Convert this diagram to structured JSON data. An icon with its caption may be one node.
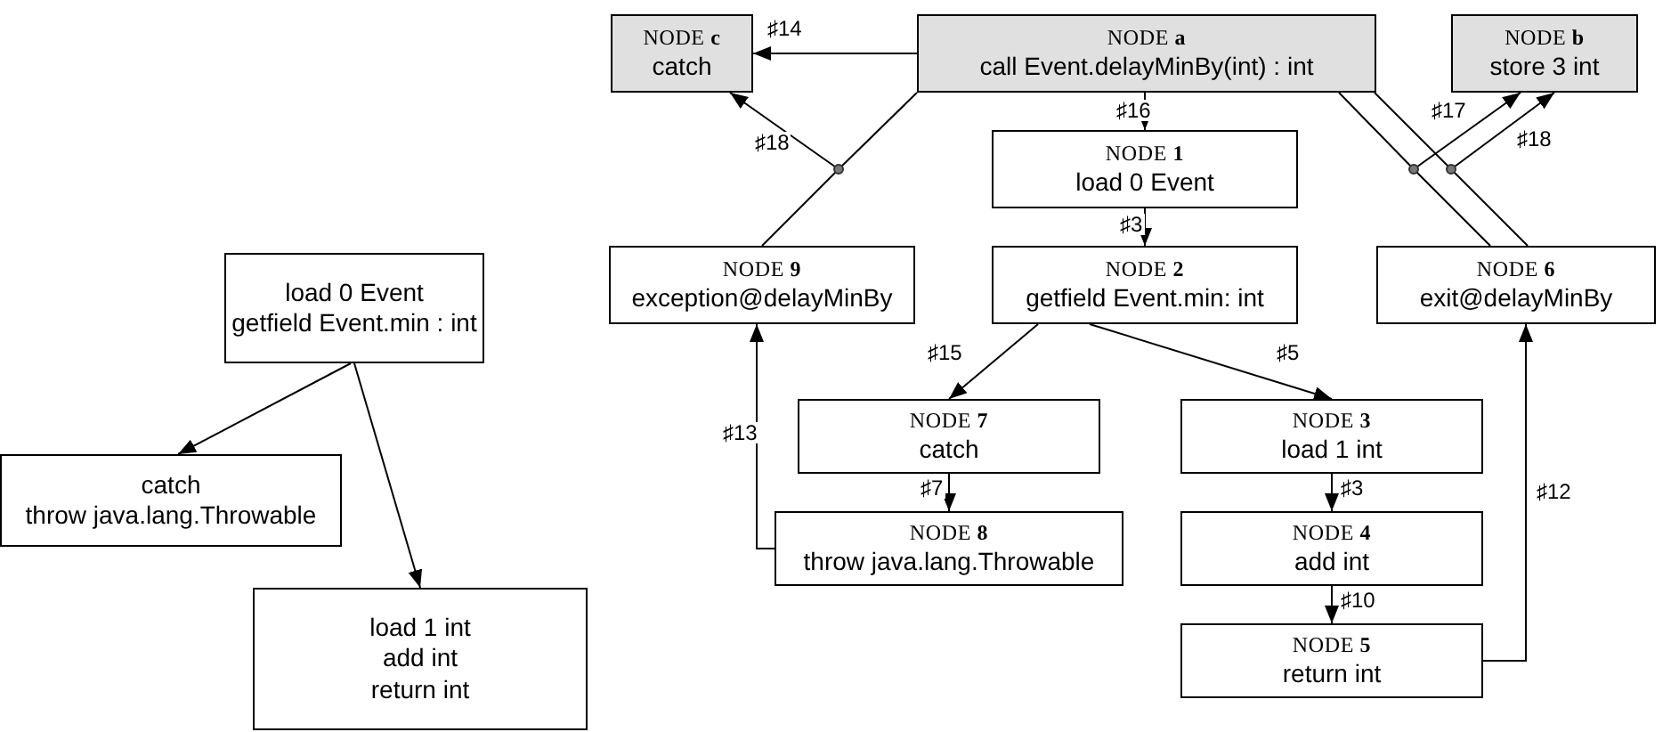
{
  "diagram": {
    "nodes": [
      {
        "text": [
          "load 0 Event",
          "getfield Event.min : int"
        ]
      },
      {
        "text": [
          "catch",
          "throw java.lang.Throwable"
        ]
      },
      {
        "text": [
          "load 1 int",
          "add int",
          "return int"
        ]
      },
      {
        "text": [
          "NODE **c**",
          "catch"
        ]
      },
      {
        "text": [
          "NODE **a**",
          "call Event.delayMinBy(int) : int"
        ]
      },
      {
        "text": [
          "NODE **b**",
          "store 3 int"
        ]
      },
      {
        "text": [
          "NODE **1**",
          "load 0 Event"
        ]
      },
      {
        "text": [
          "NODE **9**",
          "exception@delayMinBy"
        ]
      },
      {
        "text": [
          "NODE **2**",
          "getfield Event.min: int"
        ]
      },
      {
        "text": [
          "NODE **6**",
          "exit@delayMinBy"
        ]
      },
      {
        "text": [
          "NODE **7**",
          "catch"
        ]
      },
      {
        "text": [
          "NODE **3**",
          "load 1 int"
        ]
      },
      {
        "text": [
          "NODE **8**",
          "throw java.lang.Throwable"
        ]
      },
      {
        "text": [
          "NODE **4**",
          "add int"
        ]
      },
      {
        "text": [
          "NODE **5**",
          "return int"
        ]
      },
      {
        "text": [],
        "shape": "circle"
      },
      {
        "text": [],
        "shape": "circle"
      },
      {
        "text": [],
        "shape": "circle"
      }
    ],
    "edges": [
      {
        "from": 0,
        "to": 1,
        "arrow": "to"
      },
      {
        "from": 0,
        "to": 2,
        "arrow": "to"
      },
      {
        "from": 4,
        "to": 3,
        "arrow": "to",
        "label": "♯14"
      },
      {
        "from": 4,
        "to": 6,
        "arrow": "to",
        "label": "♯16"
      },
      {
        "from": 6,
        "to": 8,
        "arrow": "to",
        "label": "♯3"
      },
      {
        "from": 8,
        "to": 10,
        "arrow": "to",
        "label": "♯15"
      },
      {
        "from": 8,
        "to": 11,
        "arrow": "to",
        "label": "♯5"
      },
      {
        "from": 10,
        "to": 12,
        "arrow": "to",
        "label": "♯7"
      },
      {
        "from": 11,
        "to": 13,
        "arrow": "to",
        "label": "♯3"
      },
      {
        "from": 13,
        "to": 14,
        "arrow": "to",
        "label": "♯10"
      },
      {
        "from": 12,
        "to": 7,
        "arrow": "to",
        "label": "♯13"
      },
      {
        "from": 14,
        "to": 9,
        "arrow": "to",
        "label": "♯12"
      },
      {
        "from": 4,
        "to": 15,
        "arrow": "none"
      },
      {
        "from": 15,
        "to": 7,
        "arrow": "none"
      },
      {
        "from": 15,
        "to": 3,
        "arrow": "to",
        "label": "♯18"
      },
      {
        "from": 4,
        "to": 16,
        "arrow": "none"
      },
      {
        "from": 16,
        "to": 9,
        "arrow": "none"
      },
      {
        "from": 16,
        "to": 5,
        "arrow": "to",
        "label": "♯17"
      },
      {
        "from": 4,
        "to": 17,
        "arrow": "none"
      },
      {
        "from": 17,
        "to": 9,
        "arrow": "none"
      },
      {
        "from": 17,
        "to": 5,
        "arrow": "to",
        "label": "♯18"
      }
    ]
  }
}
